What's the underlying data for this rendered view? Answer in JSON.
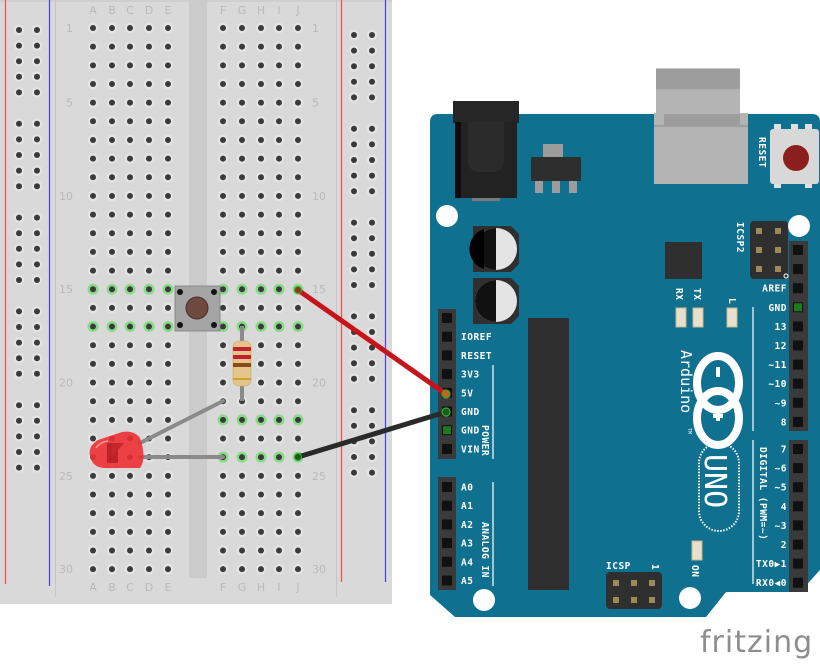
{
  "breadboard": {
    "columns_left": [
      "A",
      "B",
      "C",
      "D",
      "E"
    ],
    "columns_right": [
      "F",
      "G",
      "H",
      "I",
      "J"
    ],
    "row_count": 30,
    "row_labels": [
      "1",
      "5",
      "10",
      "15",
      "20",
      "25",
      "30"
    ],
    "rail_groups": 5,
    "rail_dots_per_group": 5,
    "colors": {
      "body": "#d9d9d9",
      "hole": "#3a3a3a",
      "hole_ring": "#c4c4c4",
      "active": "#6cdc6c",
      "rail_red": "#ff4040",
      "rail_blue": "#3a3aff"
    },
    "highlighted_rows": [
      {
        "row": 15,
        "side": "both"
      },
      {
        "row": 17,
        "side": "both"
      },
      {
        "row": 22,
        "side": "right"
      },
      {
        "row": 24,
        "side": "right"
      }
    ]
  },
  "components": {
    "pushbutton": {
      "name": "Pushbutton",
      "rows": [
        15,
        17
      ],
      "span": "E-F"
    },
    "resistor": {
      "name": "Resistor",
      "column": "G",
      "rows": [
        17,
        22
      ],
      "bands": [
        "#c8202a",
        "#c8202a",
        "#8a4a1b",
        "#c9a230"
      ]
    },
    "led": {
      "name": "Red LED",
      "color": "#e8262b",
      "anode_to": "F22",
      "cathode_to": "F24"
    },
    "wires": [
      {
        "name": "5V wire",
        "color": "#c7141a",
        "from": "J15",
        "to": "Arduino 5V"
      },
      {
        "name": "GND wire",
        "color": "#2a2a2a",
        "from": "J24",
        "to": "Arduino GND"
      }
    ]
  },
  "arduino": {
    "board_name": "Arduino",
    "trademark": "TM",
    "model": "UNO",
    "board_color": "#10708f",
    "reset_label": "RESET",
    "icsp2_label": "ICSP2",
    "icsp_label": "ICSP",
    "icsp_pin1": "1",
    "led_labels": {
      "rx": "RX",
      "tx": "TX",
      "l": "L",
      "on": "ON"
    },
    "power_header_label": "POWER",
    "analog_header_label": "ANALOG IN",
    "digital_header_label": "DIGITAL (PWM=~)",
    "power_pins": [
      "",
      "IOREF",
      "RESET",
      "3V3",
      "5V",
      "GND",
      "GND",
      "VIN"
    ],
    "analog_pins": [
      "A0",
      "A1",
      "A2",
      "A3",
      "A4",
      "A5"
    ],
    "digital_top_pins": [
      "",
      "",
      "AREF",
      "GND",
      "13",
      "12",
      "~11",
      "~10",
      "~9",
      "8"
    ],
    "digital_bottom_pins": [
      "7",
      "~6",
      "~5",
      "4",
      "~3",
      "2",
      "TX0▶1",
      "RX0◀0"
    ]
  },
  "watermark": "fritzing"
}
